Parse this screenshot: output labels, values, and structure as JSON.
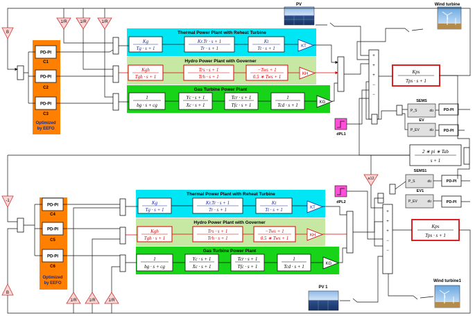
{
  "constants": {
    "beta_top": "B",
    "beta_bottom": "B",
    "minus_one": "-1",
    "a12": "a12"
  },
  "droop_labels": [
    "1/R",
    "1/R",
    "1/R",
    "1/R",
    "1/R",
    "1/R"
  ],
  "area1": {
    "controllers": [
      {
        "block": "PD-PI",
        "caption": "C1"
      },
      {
        "block": "PD-PI",
        "caption": "C2"
      },
      {
        "block": "PD-PI",
        "caption": "C3"
      }
    ],
    "optimizer": [
      "Optimized",
      "by EEFO"
    ],
    "thermal": {
      "title": "Thermal Power Plant with Reheat Turbine",
      "tf": [
        {
          "num": "Kg",
          "den": "Tg · s + 1"
        },
        {
          "num": "Kr.Tr · s + 1",
          "den": "Tr · s + 1"
        },
        {
          "num": "Kt",
          "den": "Tt · s + 1"
        }
      ],
      "gain": "KT"
    },
    "hydro": {
      "title": "Hydro Power Plant with Governer",
      "tf": [
        {
          "num": "Kgh",
          "den": "Tgh · s + 1"
        },
        {
          "num": "Trs · s + 1",
          "den": "Trh · s + 1"
        },
        {
          "num": "−Tws + 1",
          "den": "0.5 ∗ Tws + 1"
        }
      ],
      "gain": "KH"
    },
    "gas": {
      "title": "Gas Turbine Power Plant",
      "tf": [
        {
          "num": "1",
          "den": "bg · s + cg"
        },
        {
          "num": "Yc · s + 1",
          "den": "Xc · s + 1"
        },
        {
          "num": "Tcr · s + 1",
          "den": "Tfc · s + 1"
        },
        {
          "num": "1",
          "den": "Tcd · s + 1"
        }
      ],
      "gain": "KG"
    },
    "pv": "PV",
    "wind": "Wind turbine",
    "step": "dPL1",
    "power_system": {
      "num": "Kps",
      "den": "Tps · s + 1"
    },
    "sems": {
      "title": "SEMS",
      "inner": "P_S",
      "du": "du"
    },
    "ev": {
      "title": "EV",
      "inner": "P_EV",
      "du": "du"
    },
    "ev_pdpi": [
      "PD-PI",
      "PD-PI"
    ]
  },
  "tie_line": {
    "num": "2 ∗ pi ∗ Tab",
    "den": "s + 1"
  },
  "area2": {
    "controllers": [
      {
        "block": "PD-PI",
        "caption": "C4"
      },
      {
        "block": "PD-PI",
        "caption": "C5"
      },
      {
        "block": "PD-PI",
        "caption": "C6"
      }
    ],
    "optimizer": [
      "Optimized",
      "by EEFO"
    ],
    "thermal": {
      "title": "Thermal Power Plant with Reheat Turbine",
      "tf": [
        {
          "num": "Kg",
          "den": "Tg · s + 1"
        },
        {
          "num": "Kr.Tr · s + 1",
          "den": "Tr · s + 1"
        },
        {
          "num": "Kt",
          "den": "Tt · s + 1"
        }
      ],
      "gain": "KT"
    },
    "hydro": {
      "title": "Hydro Power Plant with Governer",
      "tf": [
        {
          "num": "Kgh",
          "den": "Tgh · s + 1"
        },
        {
          "num": "Trs · s + 1",
          "den": "Trh · s + 1"
        },
        {
          "num": "−Tws + 1",
          "den": "0.5 ∗ Tws + 1"
        }
      ],
      "gain": "KH"
    },
    "gas": {
      "title": "Gas Turbine Power Plant",
      "tf": [
        {
          "num": "1",
          "den": "bg · s + cg"
        },
        {
          "num": "Yc · s + 1",
          "den": "Xc · s + 1"
        },
        {
          "num": "Tcr · s + 1",
          "den": "Tfc · s + 1"
        },
        {
          "num": "1",
          "den": "Tcd · s + 1"
        }
      ],
      "gain": "KG"
    },
    "pv": "PV 1",
    "wind": "Wind turbine1",
    "step": "dPL2",
    "power_system": {
      "num": "Kps",
      "den": "Tps · s + 1"
    },
    "sems": {
      "title": "SEMS1",
      "inner": "P_S",
      "du": "du"
    },
    "ev": {
      "title": "EV1",
      "inner": "P_EV",
      "du": "du"
    },
    "ev_pdpi": [
      "PD-PI",
      "PD-PI"
    ]
  }
}
